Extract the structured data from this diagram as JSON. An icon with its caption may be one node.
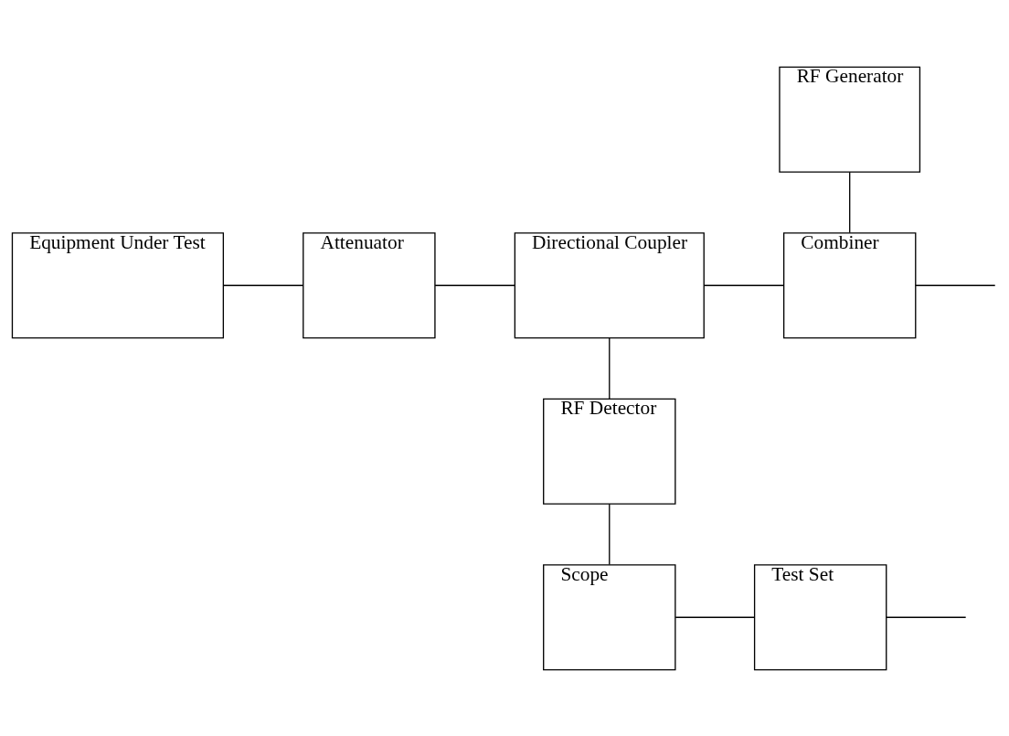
{
  "diagram": {
    "nodes": [
      {
        "text": [
          "Equipment Under Test"
        ]
      },
      {
        "text": [
          "Attenuator"
        ]
      },
      {
        "text": [
          "Directional Coupler"
        ]
      },
      {
        "text": [
          "RF Generator"
        ]
      },
      {
        "text": [
          "Combiner"
        ]
      },
      {
        "text": [
          "RF Detector"
        ]
      },
      {
        "text": [
          "Scope"
        ]
      },
      {
        "text": [
          "Test Set"
        ]
      }
    ],
    "edges": [
      {
        "from": 0,
        "to": 1,
        "arrow": "none"
      },
      {
        "from": 1,
        "to": 2,
        "arrow": "none"
      },
      {
        "from": 2,
        "to": 4,
        "arrow": "none"
      },
      {
        "from": 3,
        "to": 4,
        "arrow": "none"
      },
      {
        "from": 4,
        "to": null,
        "arrow": "none"
      },
      {
        "from": 2,
        "to": 5,
        "arrow": "none"
      },
      {
        "from": 5,
        "to": 6,
        "arrow": "none"
      },
      {
        "from": 6,
        "to": 7,
        "arrow": "none"
      },
      {
        "from": 7,
        "to": null,
        "arrow": "none"
      }
    ]
  }
}
